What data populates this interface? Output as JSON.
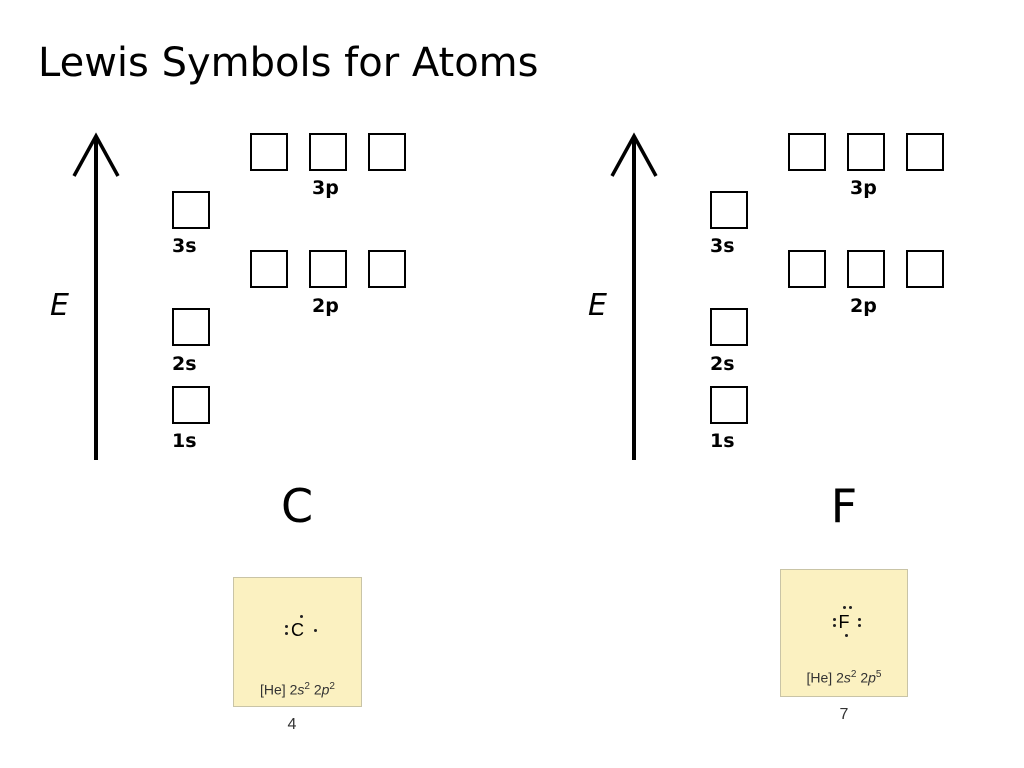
{
  "slide": {
    "title": "Lewis Symbols for Atoms"
  },
  "diagrams": [
    {
      "axis_label": "E",
      "element": "C",
      "orbitals": {
        "s1": "1s",
        "s2": "2s",
        "s3": "3s",
        "p2": "2p",
        "p3": "3p"
      },
      "card": {
        "symbol": "C",
        "config_core": "[He] 2",
        "config_s": "s",
        "config_s_exp": "2",
        "config_mid": " 2",
        "config_p": "p",
        "config_p_exp": "2",
        "valence": "4"
      }
    },
    {
      "axis_label": "E",
      "element": "F",
      "orbitals": {
        "s1": "1s",
        "s2": "2s",
        "s3": "3s",
        "p2": "2p",
        "p3": "3p"
      },
      "card": {
        "symbol": "F",
        "config_core": "[He] 2",
        "config_s": "s",
        "config_s_exp": "2",
        "config_mid": " 2",
        "config_p": "p",
        "config_p_exp": "5",
        "valence": "7"
      }
    }
  ]
}
